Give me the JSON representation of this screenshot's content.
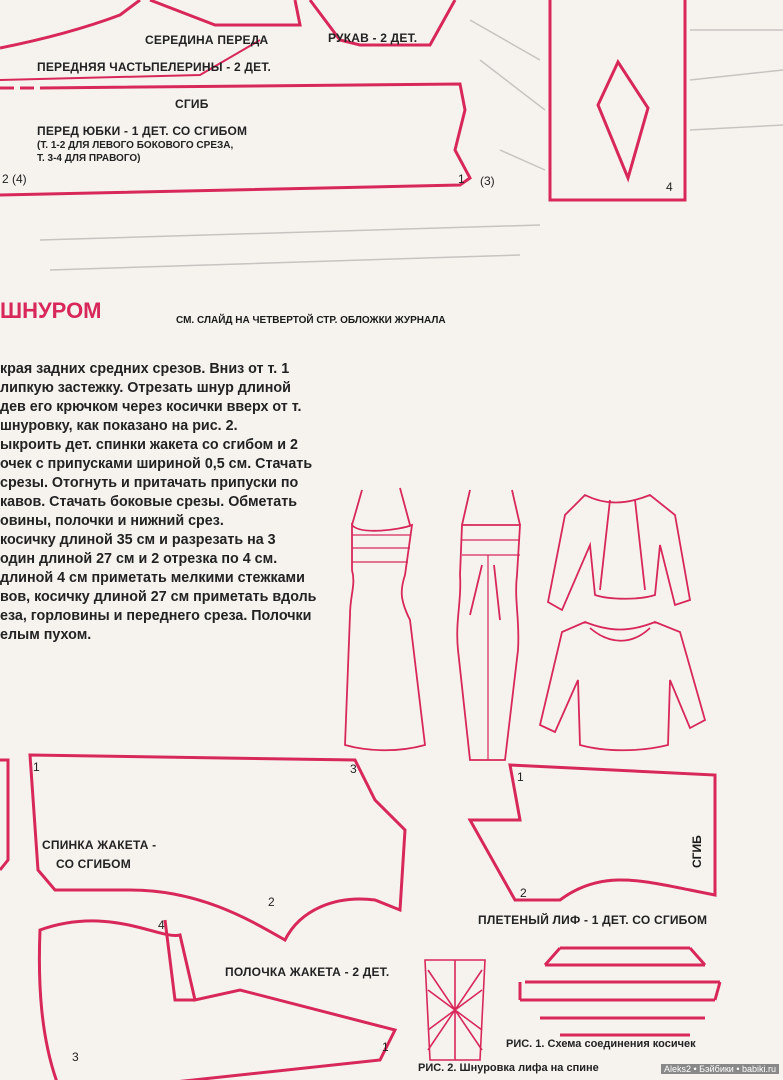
{
  "top_labels": {
    "seredina_pereda": "СЕРЕДИНА ПЕРЕДА",
    "rukav": "РУКАВ - 2 ДЕТ.",
    "perednyaya_chast": "ПЕРЕДНЯЯ ЧАСТЬ",
    "peleriny": "ПЕЛЕРИНЫ - 2 ДЕТ.",
    "sgib": "СГИБ",
    "pered_yubki": "ПЕРЕД ЮБКИ - 1 ДЕТ. СО СГИБОМ",
    "note_line1": "(Т. 1-2 ДЛЯ ЛЕВОГО БОКОВОГО СРЕЗА,",
    "note_line2": "Т. 3-4 ДЛЯ ПРАВОГО)",
    "mark_2_4": "2 (4)",
    "mark_1": "1",
    "mark_3": "(3)",
    "mark_4": "4"
  },
  "section": {
    "heading": "ШНУРОМ",
    "slide_note": "СМ. СЛАЙД НА ЧЕТВЕРТОЙ СТР. ОБЛОЖКИ ЖУРНАЛА"
  },
  "body_lines": [
    "края задних средних срезов. Вниз от т. 1",
    "липкую застежку. Отрезать шнур длиной",
    "дев его крючком через косички вверх от т.",
    "шнуровку, как показано на рис. 2.",
    "ыкроить дет. спинки жакета со сгибом и 2",
    "очек с припусками шириной 0,5 см. Стачать",
    "срезы. Отогнуть и притачать припуски по",
    "кавов. Стачать боковые срезы. Обметать",
    "овины, полочки и нижний срез.",
    "косичку длиной 35 см и разрезать на 3",
    "один длиной 27 см и 2 отрезка по 4 см.",
    "длиной 4 см приметать мелкими стежками",
    "вов, косичку длиной 27 см приметать вдоль",
    "еза, горловины и переднего среза. Полочки",
    "елым пухом."
  ],
  "bottom_labels": {
    "spinka_line1": "СПИНКА ЖАКЕТА -",
    "spinka_line2": "СО СГИБОМ",
    "polochka": "ПОЛОЧКА ЖАКЕТА - 2 ДЕТ.",
    "pleteny": "ПЛЕТЕНЫЙ ЛИФ - 1 ДЕТ. СО СГИБОМ",
    "sgib": "СГИБ",
    "ris1": "РИС. 1. Схема соединения косичек",
    "ris2": "РИС. 2. Шнуровка лифа на спине",
    "n1a": "1",
    "n3a": "3",
    "n2a": "2",
    "n4a": "4",
    "n1b": "1",
    "n3b": "3",
    "n1c": "1",
    "n2c": "2"
  },
  "watermark": "Aleks2 • Бэйбики • babiki.ru",
  "colors": {
    "pattern_line": "#d8285a",
    "paper": "#f6f3ef"
  }
}
